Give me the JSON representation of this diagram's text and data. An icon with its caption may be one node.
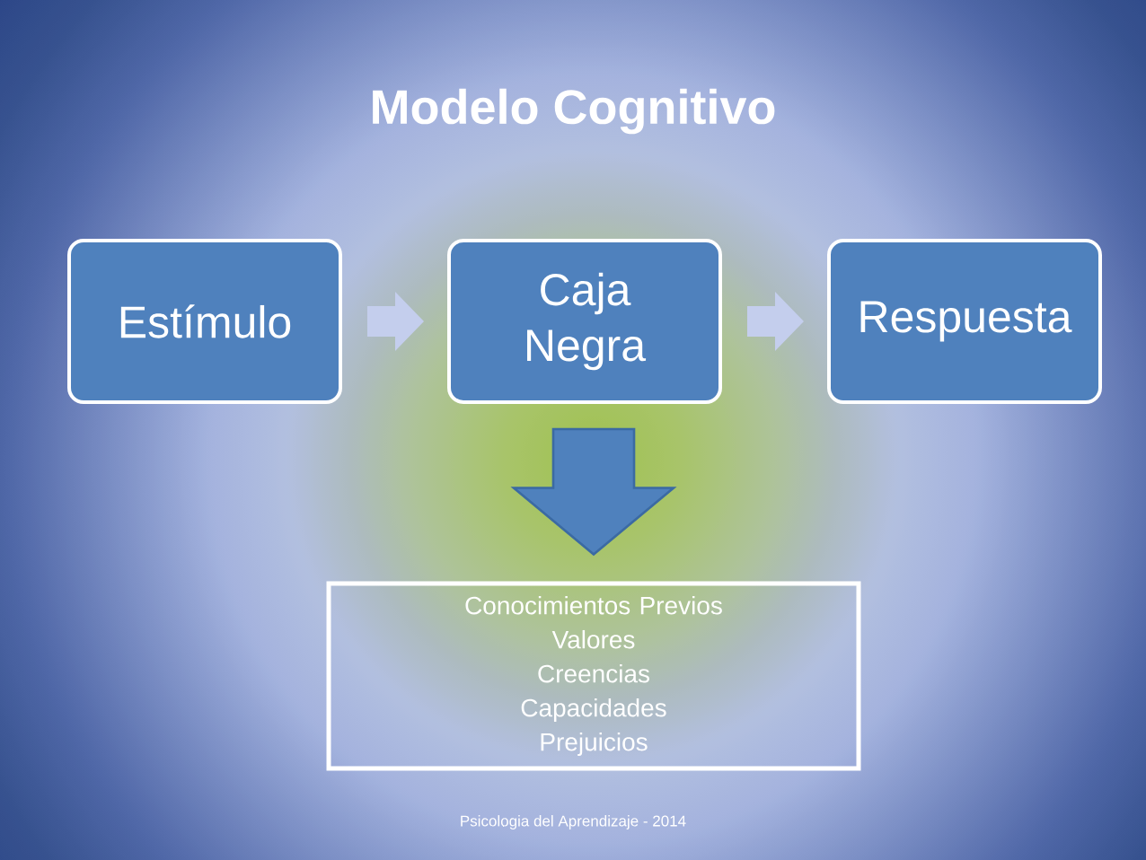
{
  "diagram": {
    "title": "Modelo Cognitivo",
    "nodes": [
      {
        "text": [
          "Estímulo"
        ]
      },
      {
        "text": [
          "Caja Negra"
        ]
      },
      {
        "text": [
          "Respuesta"
        ]
      },
      {
        "text": [
          "Conocimientos Previos",
          "Valores",
          "Creencias",
          "Capacidades",
          "Prejuicios"
        ]
      }
    ],
    "edges": [
      {
        "from": 0,
        "to": 1,
        "arrow": "to"
      },
      {
        "from": 1,
        "to": 2,
        "arrow": "to"
      },
      {
        "from": 1,
        "to": 3,
        "arrow": "to",
        "style": "thick",
        "color": "#4f81bd"
      }
    ],
    "labels": [
      "Psicologia del Aprendizaje - 2014"
    ]
  }
}
